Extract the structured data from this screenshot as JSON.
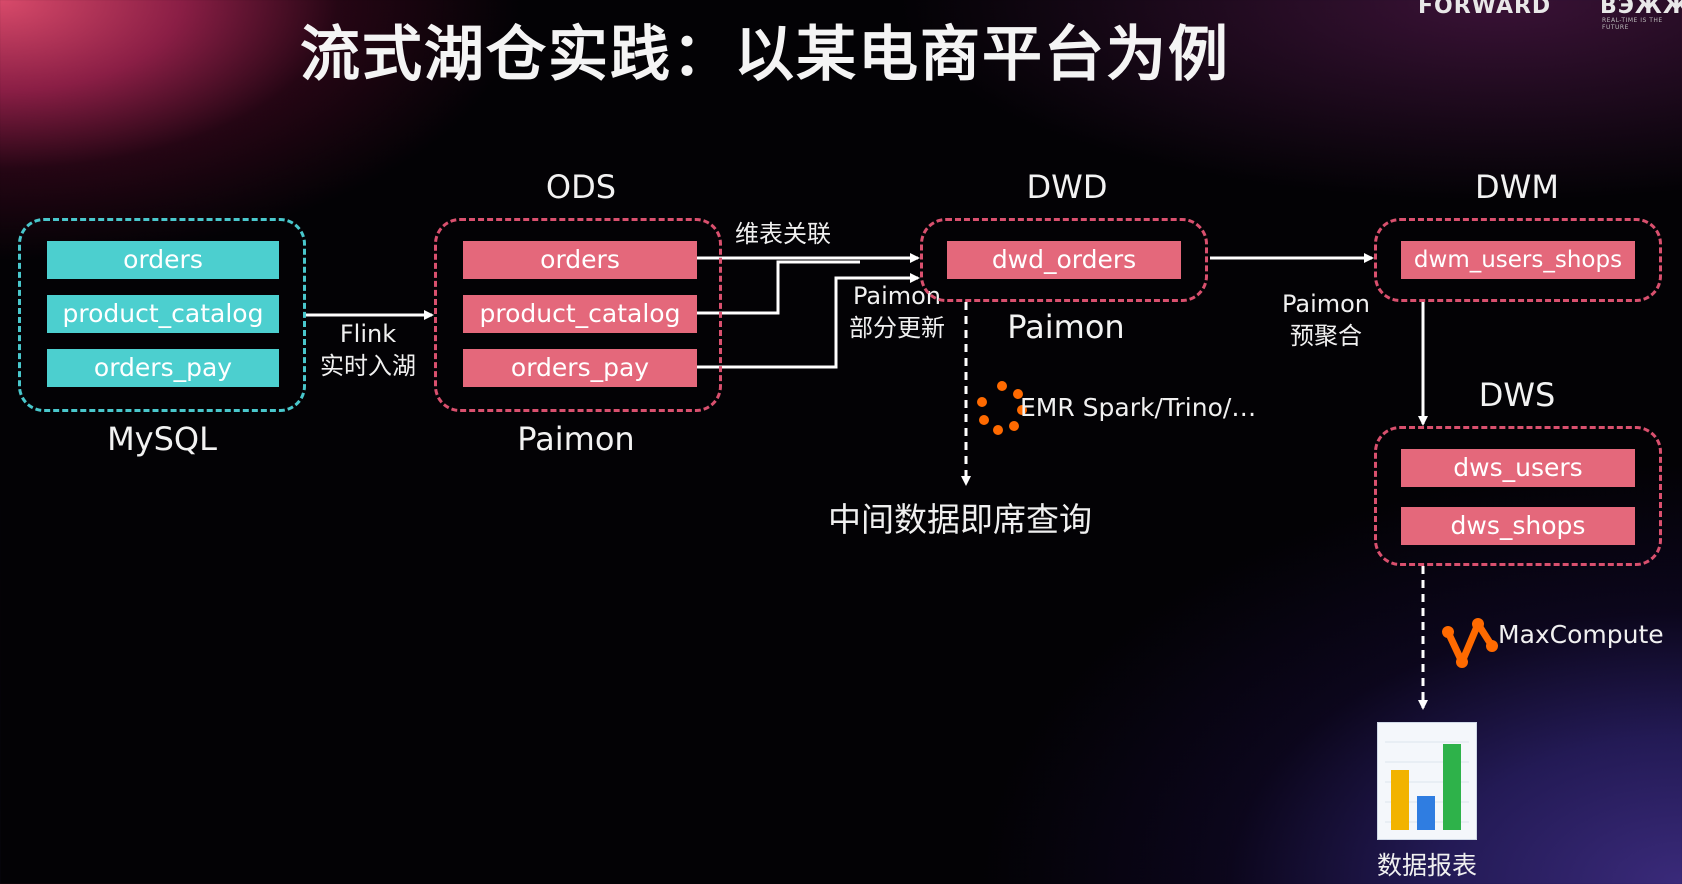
{
  "slide": {
    "title": "流式湖仓实践：以某电商平台为例",
    "brand_left": "FORWARD",
    "brand_right": "ВЭЖЖ",
    "brand_right_sub": "REAL-TIME IS THE FUTURE"
  },
  "stages": {
    "mysql": {
      "system": "MySQL",
      "tables": [
        "orders",
        "product_catalog",
        "orders_pay"
      ]
    },
    "ods": {
      "label": "ODS",
      "system": "Paimon",
      "tables": [
        "orders",
        "product_catalog",
        "orders_pay"
      ]
    },
    "dwd": {
      "label": "DWD",
      "system": "Paimon",
      "tables": [
        "dwd_orders"
      ]
    },
    "dwm": {
      "label": "DWM",
      "tables": [
        "dwm_users_shops"
      ]
    },
    "dws": {
      "label": "DWS",
      "tables": [
        "dws_users",
        "dws_shops"
      ]
    }
  },
  "edges": {
    "flink_line1": "Flink",
    "flink_line2": "实时入湖",
    "dim_join": "维表关联",
    "partial_update_line1": "Paimon",
    "partial_update_line2": "部分更新",
    "pre_agg_line1": "Paimon",
    "pre_agg_line2": "预聚合"
  },
  "tools": {
    "emr": {
      "label": "EMR Spark/Trino/…",
      "icon": "emr-icon",
      "color": "#ff6a00"
    },
    "adhoc_query": "中间数据即席查询",
    "maxcompute": {
      "label": "MaxCompute",
      "icon": "maxcompute-icon",
      "color": "#ff6a00"
    },
    "report": {
      "label": "数据报表",
      "icon": "bar-chart-report-icon"
    }
  },
  "colors": {
    "teal_table": "#4ccfcf",
    "teal_border": "#49c7cc",
    "pink_table": "#e4687b",
    "pink_border": "#d9506e"
  }
}
